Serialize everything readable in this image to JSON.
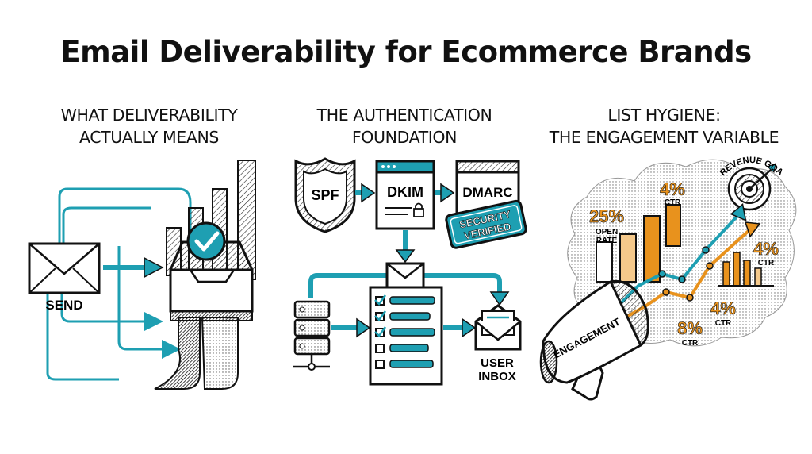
{
  "title": "Email Deliverability for Ecommerce Brands",
  "sections": [
    {
      "heading_line1": "WHAT DELIVERABILITY",
      "heading_line2": "ACTUALLY MEANS",
      "send_label": "SEND"
    },
    {
      "heading_line1": "THE AUTHENTICATION",
      "heading_line2": "FOUNDATION",
      "spf": "SPF",
      "dkim": "DKIM",
      "dmarc": "DMARC",
      "stamp_line1": "SECURITY",
      "stamp_line2": "VERIFIED",
      "inbox_line1": "USER",
      "inbox_line2": "INBOX"
    },
    {
      "heading_line1": "LIST HYGIENE:",
      "heading_line2": "THE ENGAGEMENT VARIABLE",
      "revenue_goal": "REVENUE GOAL",
      "stat_open_value": "25%",
      "stat_open_label1": "OPEN",
      "stat_open_label2": "RATE",
      "stat_ctr_top_value": "4%",
      "stat_ctr_top_label": "CTR",
      "stat_ctr_right_value": "4%",
      "stat_ctr_right_label": "CTR",
      "stat_ctr_mid_value": "4%",
      "stat_ctr_mid_label": "CTR",
      "stat_ctr_low_value": "8%",
      "stat_ctr_low_label": "CTR",
      "megaphone_label": "ENGAGEMENT"
    }
  ],
  "colors": {
    "teal": "#1e9fb2",
    "orange": "#e8921d",
    "ink": "#111111"
  },
  "icons": [
    "envelope-icon",
    "checkmark-icon",
    "shield-icon",
    "lock-icon",
    "server-icon",
    "target-icon",
    "megaphone-icon"
  ]
}
